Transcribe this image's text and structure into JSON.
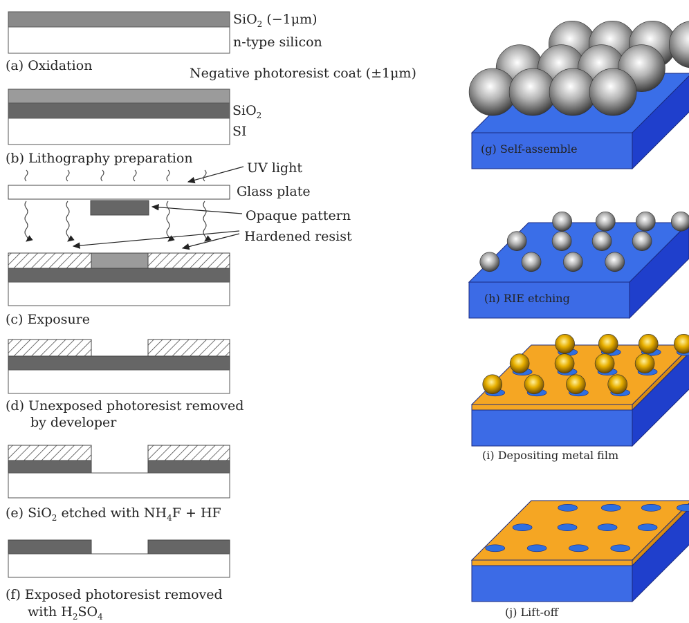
{
  "left_panel": {
    "a": {
      "label_sio2": "SiO",
      "label_sio2_sub": "2",
      "label_sio2_tail": " (−1μm)",
      "label_silicon": "n-type silicon",
      "caption": "(a) Oxidation"
    },
    "photoresist_label": "Negative photoresist coat (±1μm)",
    "b": {
      "label_sio2": "SiO",
      "label_sio2_sub": "2",
      "label_si": "SI",
      "caption": "(b) Lithography preparation"
    },
    "c": {
      "uv_light": "UV light",
      "glass_plate": "Glass  plate",
      "opaque_pattern": "Opaque  pattern",
      "hardened_resist": "Hardened  resist",
      "caption": "(c) Exposure"
    },
    "d": {
      "caption_line1": "(d) Unexposed photoresist removed",
      "caption_line2": "by developer"
    },
    "e": {
      "caption_pre": "(e) SiO",
      "caption_sub1": "2",
      "caption_mid": " etched with NH",
      "caption_sub2": "4",
      "caption_post": "F + HF"
    },
    "f": {
      "caption_line1": "(f) Exposed photoresist removed",
      "caption_line2_pre": "with H",
      "caption_line2_sub1": "2",
      "caption_line2_mid": "SO",
      "caption_line2_sub2": "4"
    }
  },
  "right_panel": {
    "g": {
      "caption": "(g)  Self-assemble"
    },
    "h": {
      "caption": "(h)   RIE etching"
    },
    "i": {
      "caption": "(i)  Depositing metal film"
    },
    "j": {
      "caption": "(j)   Lift-off"
    }
  },
  "colors": {
    "oxide": "#666666",
    "resist_light": "#999999",
    "substrate_top": "#3a6ee8",
    "substrate_side": "#1f3fcc",
    "metal_film": "#f5a623",
    "metal_dot": "#2f6fe0",
    "gold_sphere": "#e8b000"
  }
}
